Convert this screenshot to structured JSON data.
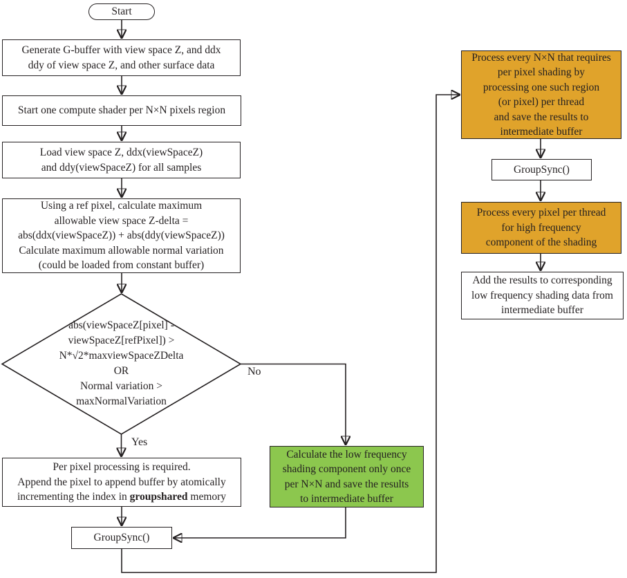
{
  "colors": {
    "orange": "#e0a32b",
    "green": "#8cc74e",
    "line": "#231f20",
    "node_background": "#ffffff"
  },
  "nodes": {
    "start": {
      "label": "Start"
    },
    "generate_gbuffer": {
      "text": "Generate G-buffer with view space Z, and ddx\nddy of view space Z, and other surface data"
    },
    "start_compute_shader": {
      "text": "Start one compute shader per N×N pixels region"
    },
    "load_view_space": {
      "text": "Load view space Z, ddx(viewSpaceZ)\nand ddy(viewSpaceZ) for all samples"
    },
    "ref_pixel_calc": {
      "text": "Using a ref pixel, calculate maximum\nallowable view space Z-delta =\nabs(ddx(viewSpaceZ)) + abs(ddy(viewSpaceZ))\nCalculate maximum allowable normal variation\n(could be loaded from constant buffer)"
    },
    "decision": {
      "text": "abs(viewSpaceZ[pixel] -\nviewSpaceZ[refPixel]) >\nN*√2*maxviewSpaceZDelta\nOR\nNormal variation >\nmaxNormalVariation"
    },
    "per_pixel_required": {
      "line1": "Per pixel processing is required.",
      "line2": "Append the pixel to append buffer by atomically",
      "line3_prefix": "incrementing the index in ",
      "line3_bold": "groupshared",
      "line3_suffix": " memory"
    },
    "groupsync_left": {
      "label": "GroupSync()"
    },
    "low_frequency": {
      "text": "Calculate the low frequency\nshading component only once\nper N×N and save the results\nto intermediate buffer"
    },
    "process_nxn": {
      "text": "Process every N×N that requires\nper pixel shading by\nprocessing one such region\n(or pixel) per thread\nand save the results to\nintermediate buffer"
    },
    "groupsync_right": {
      "label": "GroupSync()"
    },
    "high_frequency": {
      "text": "Process every pixel per thread\nfor high frequency\ncomponent of the shading"
    },
    "add_results": {
      "text": "Add the results to corresponding\nlow frequency shading data from\nintermediate buffer"
    }
  },
  "edge_labels": {
    "yes": "Yes",
    "no": "No"
  }
}
